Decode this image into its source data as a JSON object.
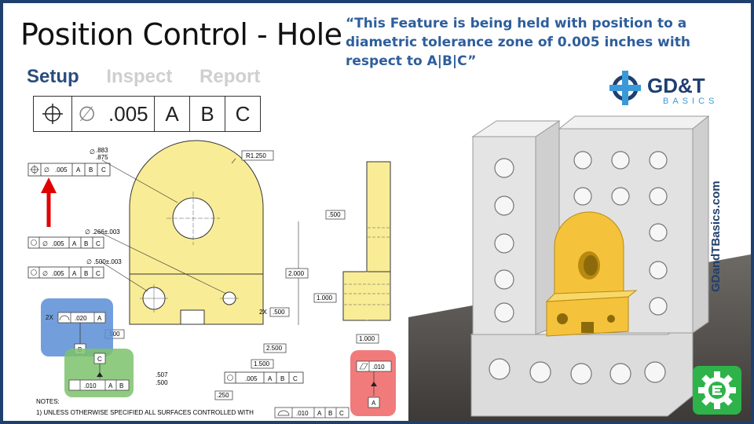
{
  "header": {
    "title": "Position Control - Hole",
    "quote": "“This Feature is being held with position to a diametric tolerance zone of 0.005 inches with respect to A|B|C”"
  },
  "tabs": [
    {
      "label": "Setup",
      "active": true
    },
    {
      "label": "Inspect",
      "active": false
    },
    {
      "label": "Report",
      "active": false
    }
  ],
  "fcf": {
    "symbol_icon": "position-icon",
    "diameter": "∅",
    "tolerance": ".005",
    "datum_a": "A",
    "datum_b": "B",
    "datum_c": "C"
  },
  "drawing": {
    "hole_dia_top": ".883",
    "hole_dia_bot": ".875",
    "radius": "R1.250",
    "small_hole": "∅ .266±.003",
    "mid_hole": "∅ .500±.003",
    "fcf_tol": ".005",
    "datum_a": "A",
    "datum_b": "B",
    "datum_c": "C",
    "dim_2000": "2.000",
    "dim_1000_left": "1.000",
    "dim_500_side": ".500",
    "dim_2x500": "2X",
    "dim_2x500_val": ".500",
    "dim_500_left": ".500",
    "dim_2500": "2.500",
    "dim_1500": "1.500",
    "dim_507": ".507",
    "dim_500b": ".500",
    "dim_250": ".250",
    "dim_1000_bottom": "1.000",
    "blue_2x": "2X",
    "blue_tol": ".020",
    "blue_datum": "A",
    "blue_b": "B",
    "green_c": "C",
    "green_tol": ".010",
    "green_a": "A",
    "green_b": "B",
    "red_tol": ".010",
    "red_datum": "A",
    "notes_title": "NOTES:",
    "notes_line": "1) UNLESS OTHERWISE SPECIFIED ALL SURFACES CONTROLLED WITH",
    "notes_tol": ".010",
    "notes_a": "A",
    "notes_b": "B",
    "notes_c": "C"
  },
  "brand": {
    "logo_main": "GD&T",
    "logo_sub": "BASICS",
    "site": "GDandTBasics.com",
    "gear_icon": "gear-e-icon"
  },
  "colors": {
    "frame": "#1f3f6e",
    "accent_blue": "#2a4d80",
    "part_yellow": "#f8ec96",
    "blue_zone": "#5b8dd6",
    "green_zone": "#7cc26c",
    "red_zone": "#ef6d6d",
    "arrow_red": "#e00000"
  }
}
